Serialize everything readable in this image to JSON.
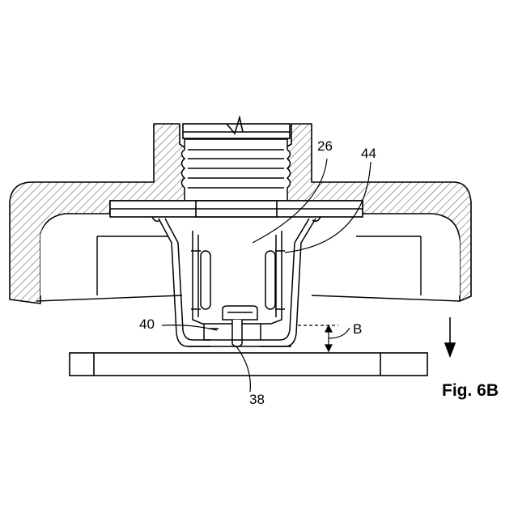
{
  "figure": {
    "title": "Fig. 6B",
    "labels": {
      "l26": "26",
      "l44": "44",
      "l40": "40",
      "l38": "38",
      "lB": "B"
    },
    "colors": {
      "line": "#000000",
      "hatch": "#555555",
      "background": "#ffffff"
    },
    "icons": {
      "direction": "down-arrow-icon"
    }
  }
}
